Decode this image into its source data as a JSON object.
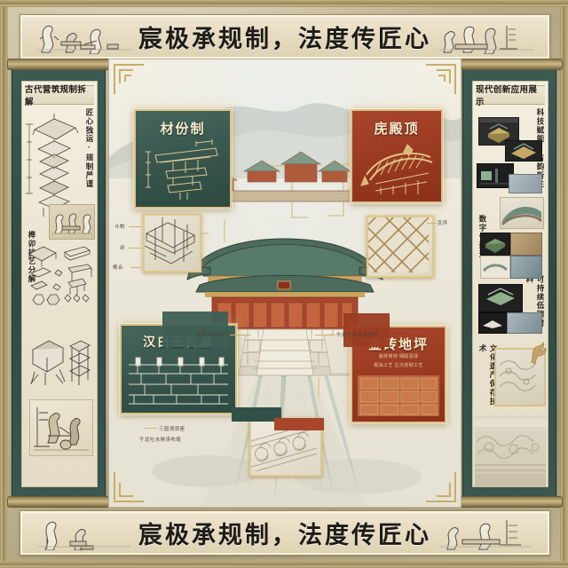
{
  "poster": {
    "title": "宸极承规制，法度传匠心",
    "theme": {
      "paper": "#efe9da",
      "gold": "#c9ae68",
      "jade_green": "#3a584f",
      "palace_red": "#97381f",
      "ink": "#1d1b17"
    }
  },
  "banners": {
    "top_title": "宸极承规制，法度传匠心",
    "bottom_title": "宸极承规制，法度传匠心",
    "left_art": "craftsmen-woodworking-illustration",
    "right_art": "craftsmen-sawing-illustration"
  },
  "left_scroll": {
    "header": "古代营筑规制拆解",
    "vertical_labels": [
      "匠心独运·规制严谨",
      "榫卯技艺分解"
    ],
    "figures": [
      "exploded-roof-assembly-diagram",
      "craftsmen-at-workbench-illustration",
      "timber-joint-parts-diagram",
      "mortise-tenon-components-diagram",
      "column-base-and-frame-diagram",
      "carpenters-sawing-timber-illustration"
    ]
  },
  "right_scroll": {
    "header": "现代创新应用展示",
    "vertical_labels": [
      "科技赋能·古韵新生",
      "数字化建造",
      "可持续低碳材料",
      "文化遗产保存技术"
    ],
    "figures": [
      "bim-model-on-screen-photo",
      "3d-scan-roof-render",
      "digital-fabrication-photo",
      "green-roof-module-photo",
      "laminated-timber-photo",
      "prefab-roof-panel-photo",
      "carved-stone-relief-photo"
    ]
  },
  "canvas": {
    "center_illustration": "forbidden-city-hall-of-supreme-harmony",
    "background_elements": [
      "ink-wash-mountains",
      "teal-brush-strokes",
      "golden-connector-lines"
    ],
    "annotations": [
      {
        "text": "庑殿顶面坡度",
        "side": "left"
      },
      {
        "text": "千龙吐水排涝优势",
        "side": "right"
      }
    ],
    "side_labels": [
      {
        "text": "斗栱",
        "side": "left"
      },
      {
        "text": "卯",
        "side": "left"
      },
      {
        "text": "榫合",
        "side": "left"
      },
      {
        "text": "瓦件",
        "side": "right"
      }
    ],
    "cards": [
      {
        "id": "cai-fen-zhi",
        "title": "材份制",
        "subtitle": "",
        "color": "green",
        "figure": "bracket-set-module-drawing"
      },
      {
        "id": "wu-dian-ding",
        "title": "庑殿顶",
        "subtitle": "",
        "color": "red",
        "figure": "hip-roof-detail-drawing"
      },
      {
        "id": "han-bai-yu-tai-ji",
        "title": "汉白玉台基",
        "subtitle": "",
        "color": "green",
        "figure": "white-marble-terrace-drawing",
        "caption": [
          "三层须弥座",
          "千龙吐水排涝布局"
        ]
      },
      {
        "id": "jin-zhuan-di-ping",
        "title": "金砖地坪",
        "subtitle_lines": [
          "金砖墁地 细腻润泽",
          "桐油工艺 古法烧制工艺"
        ],
        "color": "red",
        "figure": "gold-brick-paving-photo"
      }
    ],
    "tiles": [
      {
        "id": "dou-gong-detail",
        "figure": "bracket-joint-isometric-drawing"
      },
      {
        "id": "roof-tile-pattern",
        "figure": "glazed-tile-lattice-photo"
      },
      {
        "id": "stone-relief",
        "figure": "carved-balustrade-relief-photo"
      }
    ]
  }
}
